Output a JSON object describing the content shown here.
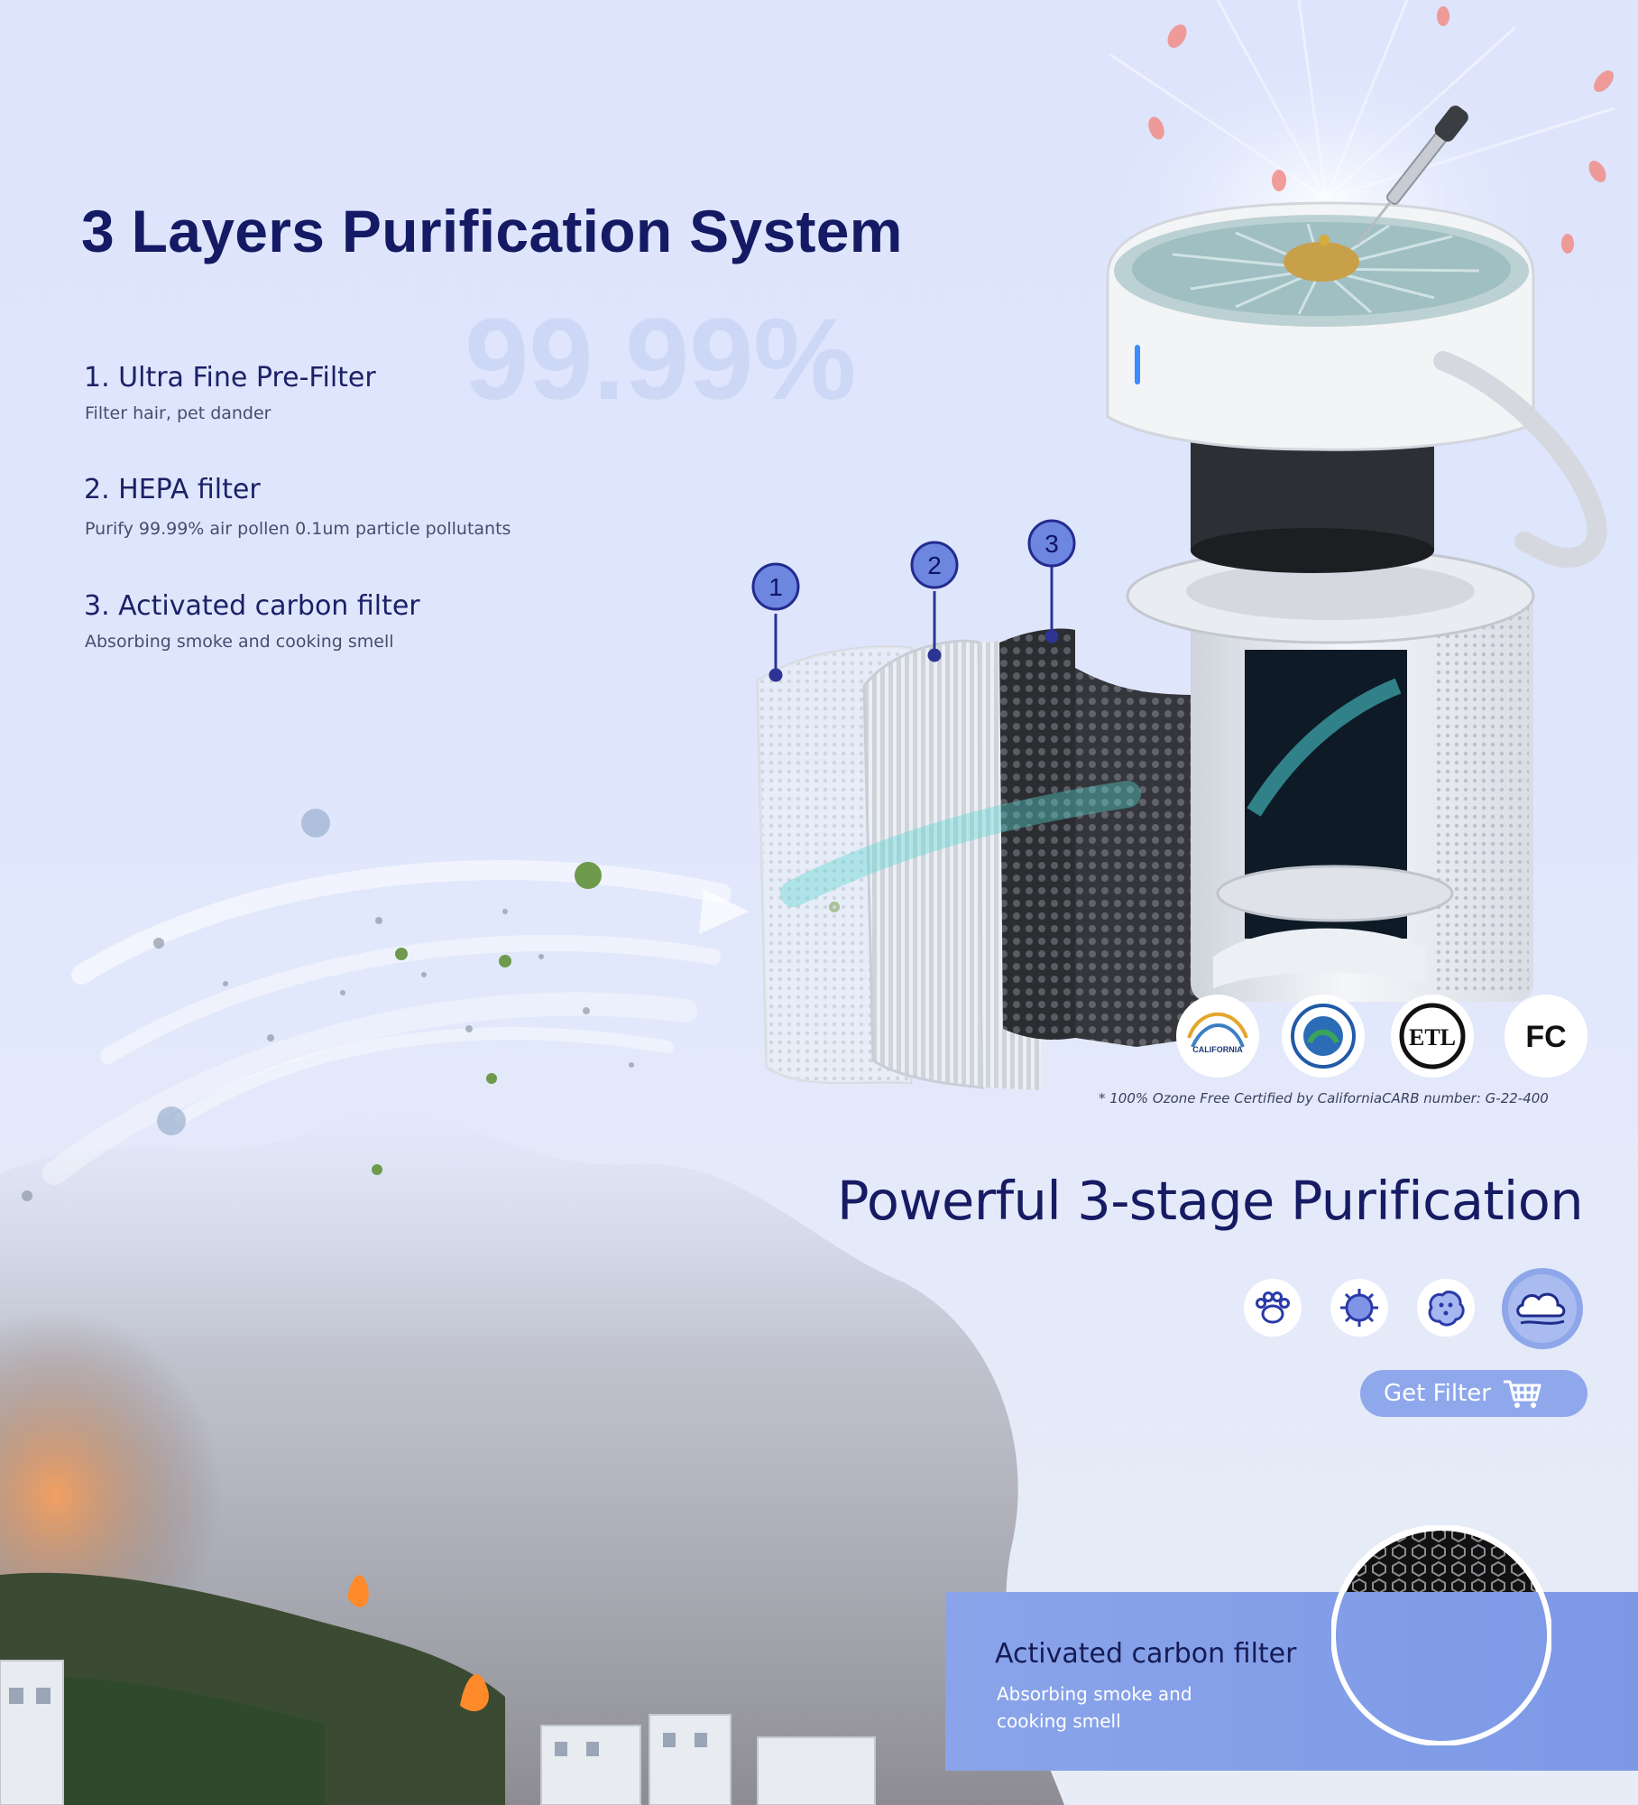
{
  "heading": {
    "title": "3 Layers Purification System",
    "watermark": "99.99%"
  },
  "filters": [
    {
      "title": "1. Ultra Fine Pre-Filter",
      "desc": "Filter hair, pet dander"
    },
    {
      "title": "2. HEPA filter",
      "desc": "Purify 99.99% air pollen 0.1um particle pollutants"
    },
    {
      "title": "3. Activated carbon filter",
      "desc": "Absorbing smoke and cooking smell"
    }
  ],
  "callouts": [
    "1",
    "2",
    "3"
  ],
  "certifications": {
    "california": "CALIFORNIA",
    "etl": "ETL",
    "fcc": "FC",
    "note": "* 100% Ozone Free Certified by CaliforniaCARB number: G-22-400"
  },
  "feature": {
    "title": "Powerful 3-stage Purification",
    "icons": [
      "paw-icon",
      "virus-icon",
      "pollen-icon",
      "cloud-icon"
    ],
    "button_label": "Get Filter"
  },
  "bottom_panel": {
    "title": "Activated carbon filter",
    "desc": "Absorbing smoke and cooking smell"
  },
  "colors": {
    "navy": "#141a63",
    "accent": "#8fa8ec",
    "panel": "#8aa4ea",
    "callout": "#6d86e0"
  }
}
